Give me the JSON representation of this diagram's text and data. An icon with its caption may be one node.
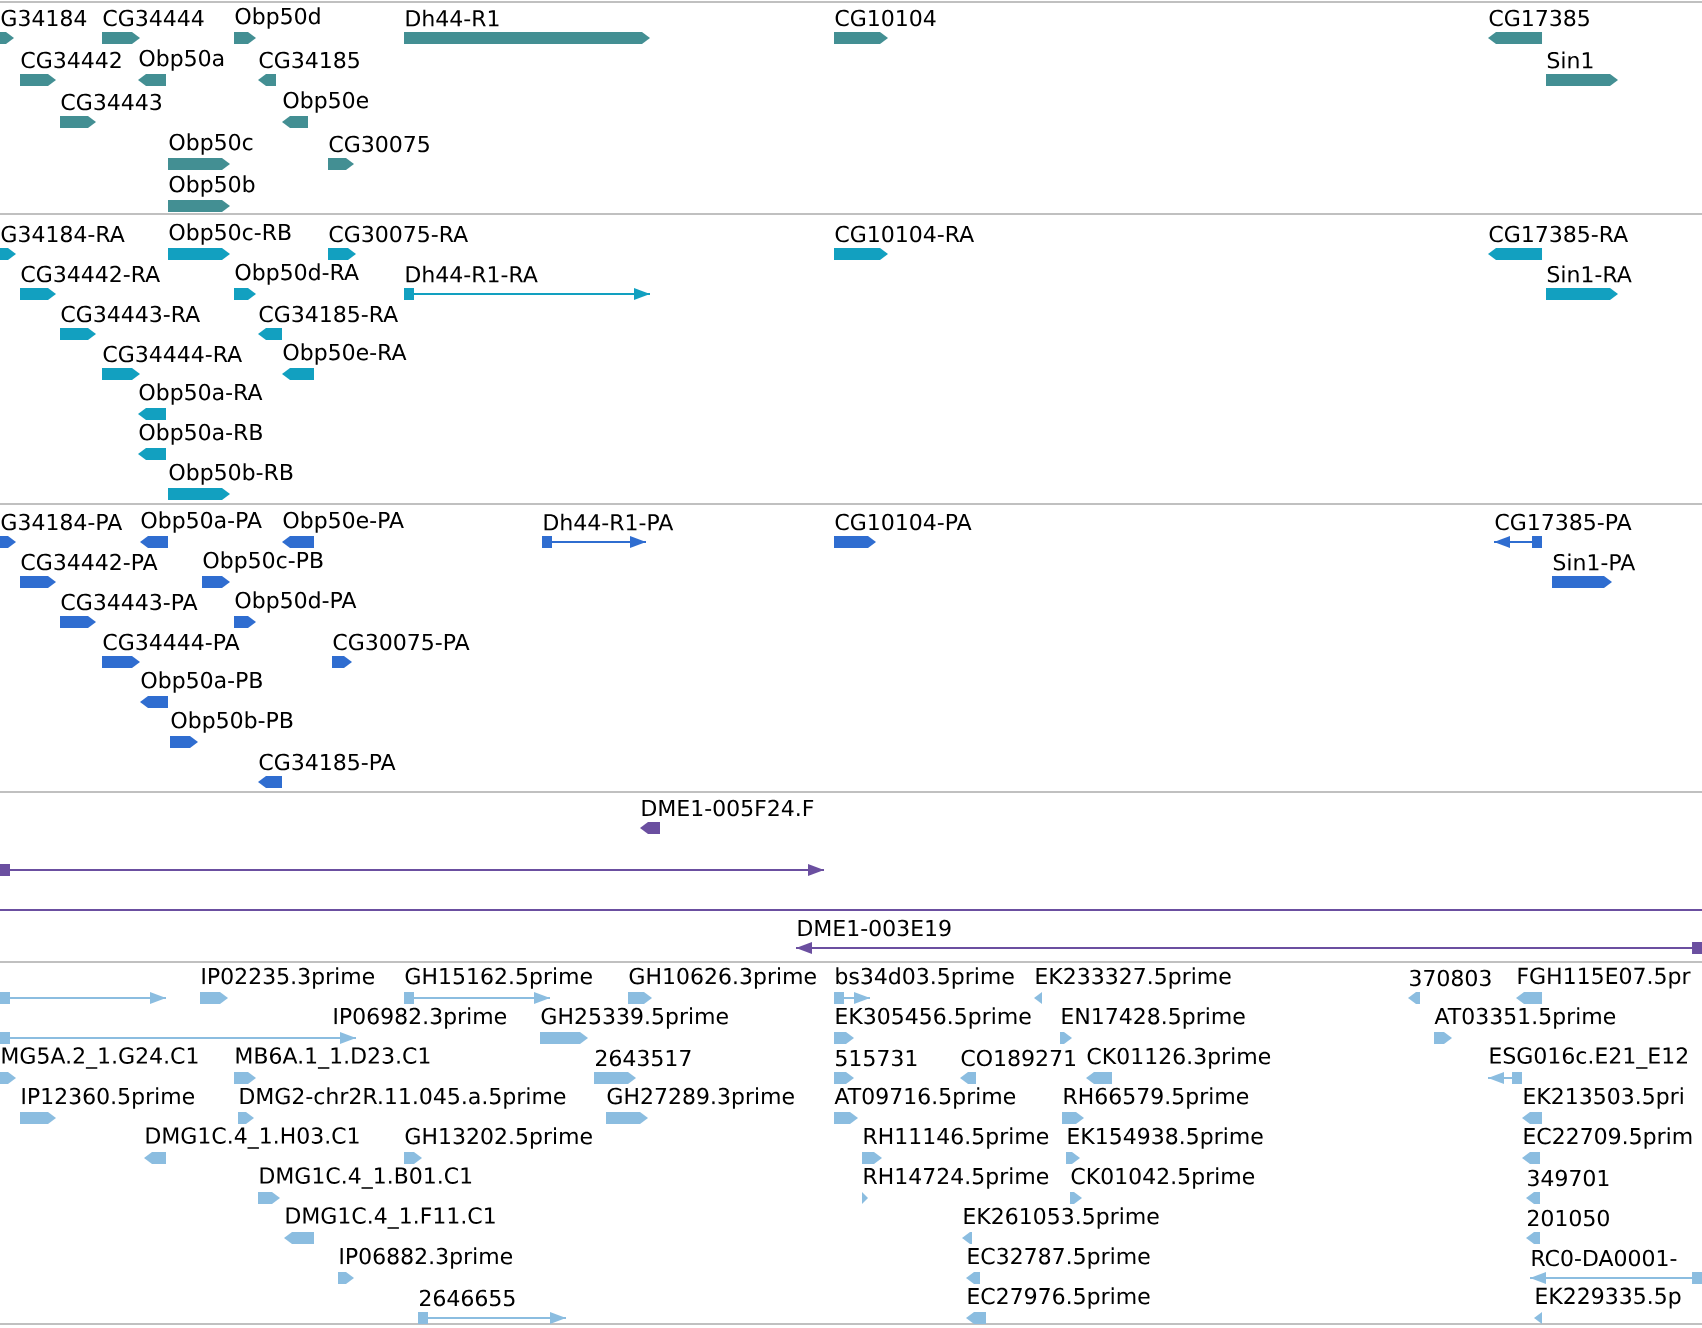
{
  "diagram": {
    "labels": [
      "G34184",
      "CG34444",
      "Obp50d",
      "Dh44-R1",
      "CG10104",
      "CG17385",
      "CG34442",
      "Obp50a",
      "CG34185",
      "Sin1",
      "CG34443",
      "Obp50e",
      "Obp50c",
      "CG30075",
      "Obp50b",
      "G34184-RA",
      "Obp50c-RB",
      "CG30075-RA",
      "CG10104-RA",
      "CG17385-RA",
      "CG34442-RA",
      "Obp50d-RA",
      "Dh44-R1-RA",
      "Sin1-RA",
      "CG34443-RA",
      "CG34185-RA",
      "CG34444-RA",
      "Obp50e-RA",
      "Obp50a-RA",
      "Obp50a-RB",
      "Obp50b-RB",
      "G34184-PA",
      "Obp50a-PA",
      "Obp50e-PA",
      "Dh44-R1-PA",
      "CG10104-PA",
      "CG17385-PA",
      "CG34442-PA",
      "Obp50c-PB",
      "Sin1-PA",
      "CG34443-PA",
      "Obp50d-PA",
      "CG34444-PA",
      "CG30075-PA",
      "Obp50a-PB",
      "Obp50b-PB",
      "CG34185-PA",
      "DME1-005F24.F",
      "DME1-003E19",
      "IP02235.3prime",
      "GH15162.5prime",
      "GH10626.3prime",
      "bs34d03.5prime",
      "EK233327.5prime",
      "370803",
      "FGH115E07.5pr",
      "IP06982.3prime",
      "GH25339.5prime",
      "EK305456.5prime",
      "EN17428.5prime",
      "AT03351.5prime",
      "MG5A.2_1.G24.C1",
      "MB6A.1_1.D23.C1",
      "2643517",
      "515731",
      "CO189271",
      "CK01126.3prime",
      "ESG016c.E21_E12",
      "IP12360.5prime",
      "DMG2-chr2R.11.045.a.5prime",
      "GH27289.3prime",
      "AT09716.5prime",
      "RH66579.5prime",
      "EK213503.5pri",
      "DMG1C.4_1.H03.C1",
      "GH13202.5prime",
      "RH11146.5prime",
      "EK154938.5prime",
      "EC22709.5prim",
      "DMG1C.4_1.B01.C1",
      "RH14724.5prime",
      "CK01042.5prime",
      "349701",
      "DMG1C.4_1.F11.C1",
      "EK261053.5prime",
      "201050",
      "IP06882.3prime",
      "EC32787.5prime",
      "RC0-DA0001-",
      "2646655",
      "EC27976.5prime",
      "EK229335.5p"
    ]
  }
}
